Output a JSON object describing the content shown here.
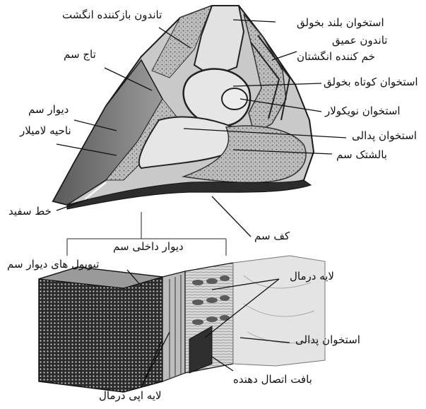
{
  "labels": {
    "long_pastern_bone": "استخوان بلند بخولق",
    "extensor_tendon": "تاندون بازکننده انگشت",
    "deep_flexor_tendon_1": "تاندون عمیق",
    "deep_flexor_tendon_2": "خم کننده انگشتان",
    "coronet": "تاج سم",
    "short_pastern_bone": "استخوان کوتاه بخولق",
    "hoof_wall": "دیوار سم",
    "navicular_bone": "استخوان نویکولار",
    "laminar_region": "ناحیه لامیلار",
    "coffin_bone": "استخوان پدالی",
    "digital_cushion": "بالشتک سم",
    "white_line": "خط سفید",
    "sole": "کف سم",
    "inner_hoof_wall": "دیوار داخلی سم",
    "wall_tubules": "تیوبول های دیوار سم",
    "dermal_layer": "لایه درمال",
    "coffin_bone_detail": "استخوان پدالی",
    "connective_tissue": "بافت اتصال دهنده",
    "epidermal_layer": "لایه اپی درمال"
  },
  "colors": {
    "ink": "#111111",
    "tissue_dark": "#3a3a3a",
    "tissue_mid": "#8c8c8c",
    "tissue_light": "#d6d6d6",
    "bone": "#e6e6e6"
  }
}
